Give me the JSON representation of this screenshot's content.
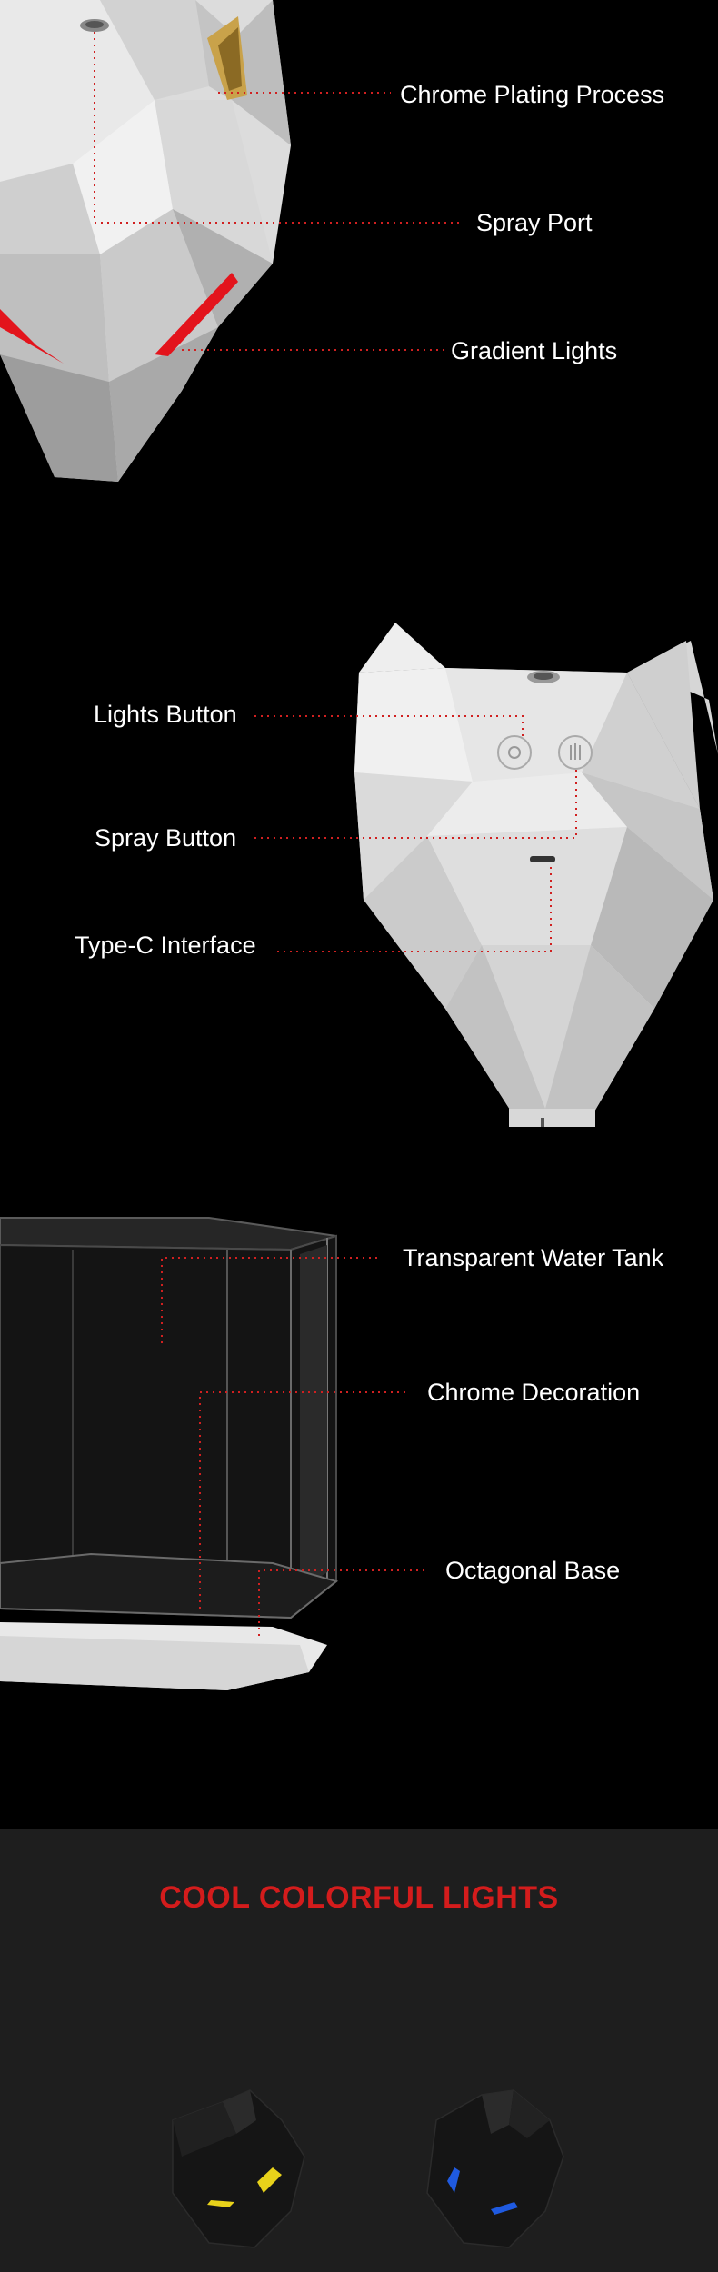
{
  "section1": {
    "labels": {
      "chrome_plating": "Chrome Plating Process",
      "spray_port": "Spray Port",
      "gradient_lights": "Gradient Lights"
    }
  },
  "section2": {
    "labels": {
      "lights_button": "Lights Button",
      "spray_button": "Spray Button",
      "type_c": "Type-C Interface"
    }
  },
  "section3": {
    "labels": {
      "water_tank": "Transparent Water Tank",
      "chrome_decoration": "Chrome Decoration",
      "octagonal_base": "Octagonal Base"
    }
  },
  "section4": {
    "title": "COOL COLORFUL LIGHTS",
    "colors": {
      "title": "#d41c1c",
      "light_left": "#e8d21a",
      "light_right": "#1f5ae0"
    }
  },
  "colors": {
    "leader_line": "#d02020",
    "background": "#000000",
    "panel": "#1e1e1e",
    "accent_red": "#e3141c",
    "gold": "#c9a24a"
  }
}
